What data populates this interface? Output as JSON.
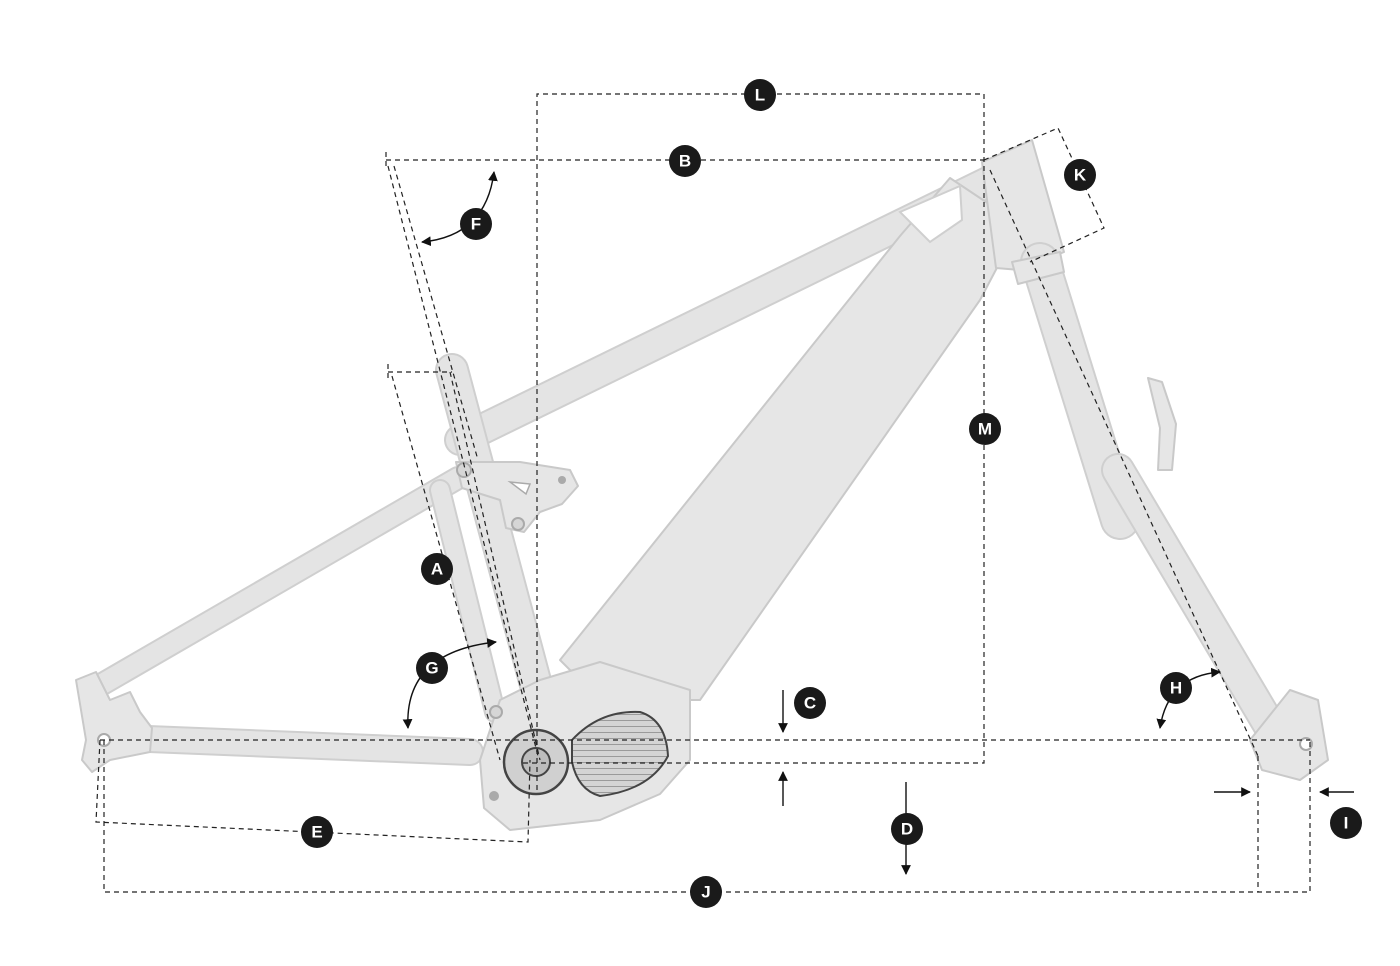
{
  "labels": {
    "A": "A",
    "B": "B",
    "C": "C",
    "D": "D",
    "E": "E",
    "F": "F",
    "G": "G",
    "H": "H",
    "I": "I",
    "J": "J",
    "K": "K",
    "L": "L",
    "M": "M"
  },
  "colors": {
    "frame": "#e6e6e6",
    "frame_edge": "#c9c9c9",
    "badge": "#1a1a1a",
    "badge_text": "#ffffff",
    "dimension_line": "#222222"
  }
}
